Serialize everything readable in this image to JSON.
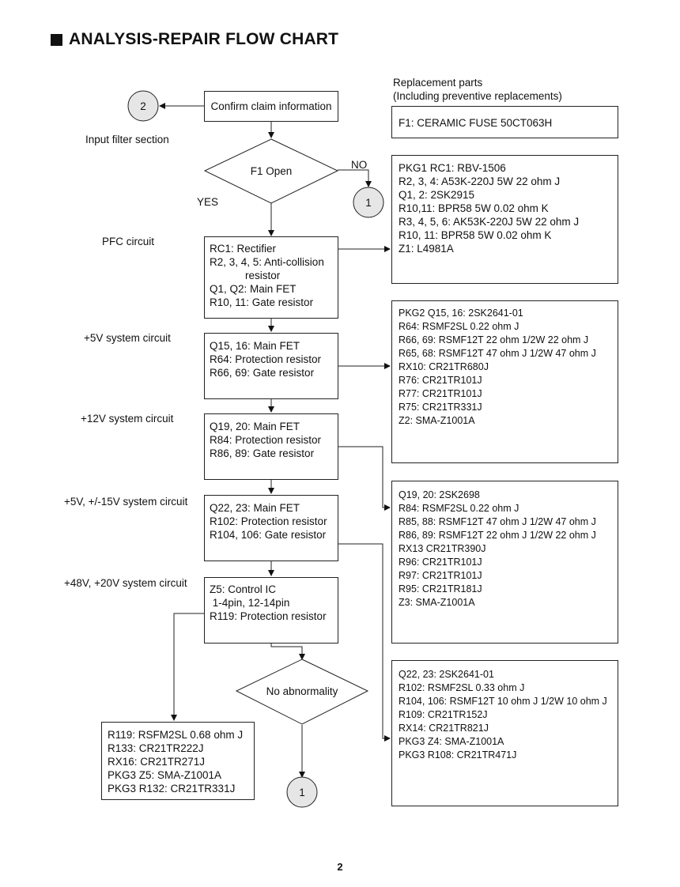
{
  "title": "ANALYSIS-REPAIR FLOW CHART",
  "replacement_header": [
    "Replacement parts",
    "(Including preventive replacements)"
  ],
  "connectors": {
    "c2": "2",
    "c1_right": "1",
    "c1_bottom": "1"
  },
  "decisions": {
    "f1_open": "F1 Open",
    "no_abnormality": "No abnormality"
  },
  "branch_labels": {
    "no": "NO",
    "yes": "YES"
  },
  "sections": {
    "input_filter": "Input filter section",
    "pfc": "PFC circuit",
    "v5": "+5V system circuit",
    "v12": "+12V system circuit",
    "v5_15": "+5V, +/-15V system circuit",
    "v48_20": "+48V, +20V system circuit"
  },
  "steps": {
    "confirm": "Confirm claim information",
    "pfc": [
      "RC1: Rectifier",
      "R2, 3, 4, 5: Anti-collision",
      "            resistor",
      "Q1, Q2: Main FET",
      "R10, 11: Gate resistor"
    ],
    "v5": [
      "Q15, 16: Main FET",
      "R64: Protection resistor",
      "R66, 69: Gate resistor"
    ],
    "v12": [
      "Q19, 20: Main FET",
      "R84: Protection resistor",
      "R86, 89: Gate resistor"
    ],
    "v5_15": [
      "Q22, 23: Main FET",
      "R102: Protection resistor",
      "R104, 106: Gate resistor"
    ],
    "v48_20": [
      "Z5: Control IC",
      " 1-4pin, 12-14pin",
      "R119: Protection resistor"
    ]
  },
  "parts": {
    "fuse": [
      "F1: CERAMIC FUSE 50CT063H"
    ],
    "pkg1": [
      "PKG1 RC1: RBV-1506",
      "R2, 3, 4: A53K-220J 5W 22 ohm J",
      "Q1, 2: 2SK2915",
      "R10,11: BPR58 5W 0.02 ohm K",
      "R3, 4, 5, 6: AK53K-220J 5W 22 ohm J",
      "R10, 11: BPR58 5W 0.02 ohm K",
      "Z1: L4981A"
    ],
    "pkg2": [
      "PKG2 Q15, 16: 2SK2641-01",
      "R64: RSMF2SL 0.22 ohm J",
      "R66, 69: RSMF12T 22 ohm 1/2W 22 ohm J",
      "R65, 68: RSMF12T 47 ohm J 1/2W 47 ohm J",
      "RX10: CR21TR680J",
      "R76: CR21TR101J",
      "R77: CR21TR101J",
      "R75: CR21TR331J",
      "Z2: SMA-Z1001A"
    ],
    "q19": [
      "Q19, 20: 2SK2698",
      "R84: RSMF2SL 0.22 ohm J",
      "R85, 88: RSMF12T 47 ohm J 1/2W 47 ohm J",
      "R86, 89: RSMF12T 22 ohm J 1/2W 22 ohm J",
      "RX13 CR21TR390J",
      "R96: CR21TR101J",
      "R97: CR21TR101J",
      "R95: CR21TR181J",
      "Z3: SMA-Z1001A"
    ],
    "q22": [
      "Q22, 23: 2SK2641-01",
      "R102: RSMF2SL 0.33 ohm J",
      "R104, 106: RSMF12T 10 ohm J 1/2W 10 ohm J",
      "R109: CR21TR152J",
      "RX14: CR21TR821J",
      "PKG3 Z4: SMA-Z1001A",
      "PKG3 R108: CR21TR471J"
    ],
    "r119": [
      "R119: RSFM2SL 0.68 ohm J",
      "R133: CR21TR222J",
      "RX16: CR21TR271J",
      "PKG3 Z5: SMA-Z1001A",
      "PKG3 R132: CR21TR331J"
    ]
  },
  "page_number": "2"
}
